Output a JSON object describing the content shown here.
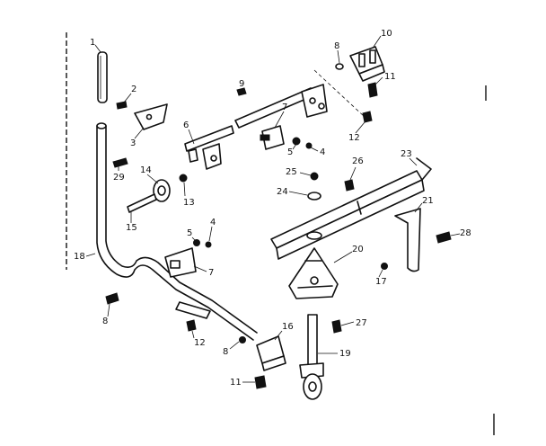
{
  "callouts": {
    "p1": "1",
    "p2": "2",
    "p3": "3",
    "p4a": "4",
    "p4b": "4",
    "p5a": "5",
    "p5b": "5",
    "p6": "6",
    "p7a": "7",
    "p7b": "7",
    "p8a": "8",
    "p8b": "8",
    "p8c": "8",
    "p9": "9",
    "p10": "10",
    "p11a": "11",
    "p11b": "11",
    "p12a": "12",
    "p12b": "12",
    "p13": "13",
    "p14": "14",
    "p15": "15",
    "p16": "16",
    "p17": "17",
    "p18": "18",
    "p19": "19",
    "p20": "20",
    "p21": "21",
    "p23": "23",
    "p24": "24",
    "p25": "25",
    "p26": "26",
    "p27": "27",
    "p28": "28",
    "p29": "29"
  }
}
